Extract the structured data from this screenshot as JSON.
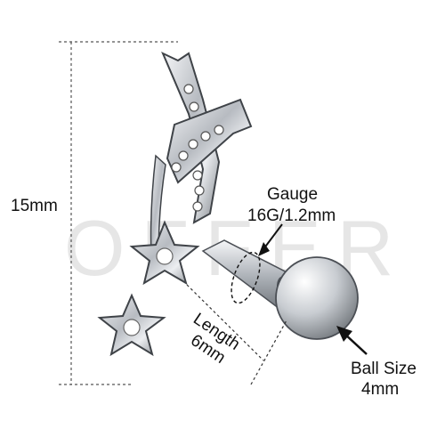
{
  "watermark": "OFFER",
  "labels": {
    "height": "15mm",
    "gauge_title": "Gauge",
    "gauge_value": "16G/1.2mm",
    "length_title": "Length",
    "length_value": "6mm",
    "ball_title": "Ball Size",
    "ball_value": "4mm"
  },
  "colors": {
    "metal": "#c9ccd1",
    "metal_dark": "#4b4f55",
    "dim_line": "#555555",
    "ink": "#111111"
  }
}
